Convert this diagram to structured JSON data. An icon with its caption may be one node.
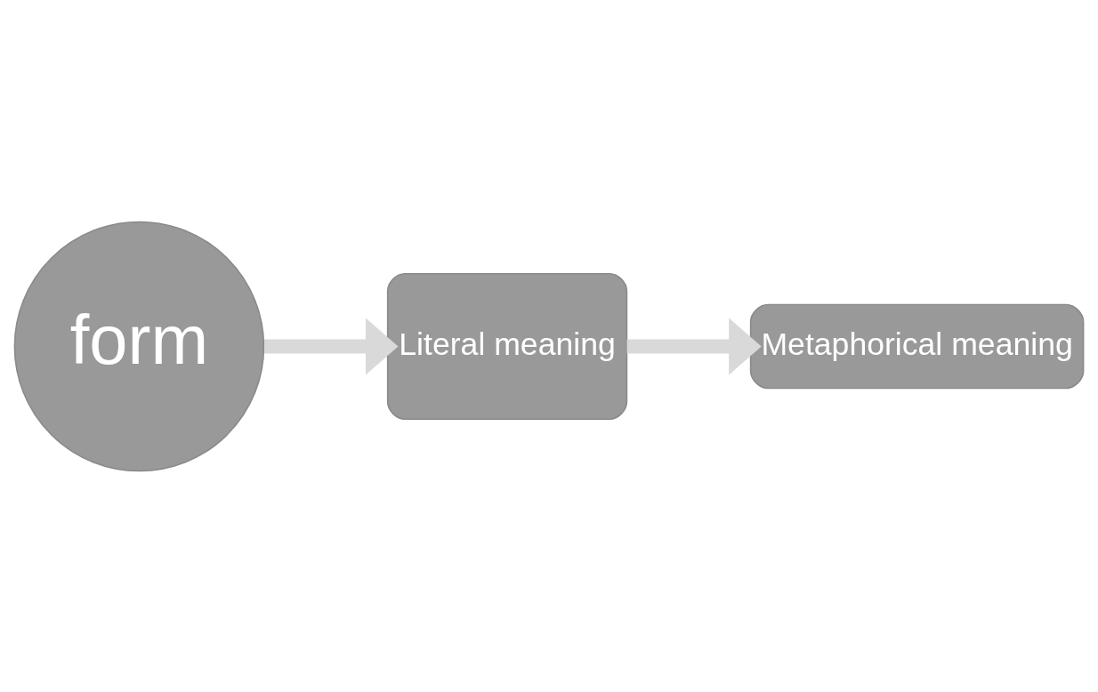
{
  "diagram": {
    "nodes": [
      {
        "text": [
          "Literal meaning"
        ]
      },
      {
        "text": [
          "Metaphorical meaning"
        ]
      },
      {
        "text": [
          "form"
        ]
      }
    ],
    "edges": [
      {
        "from": 0,
        "to": 1,
        "arrow": "to"
      },
      {
        "from": 2,
        "to": 0,
        "arrow": "to"
      }
    ]
  }
}
